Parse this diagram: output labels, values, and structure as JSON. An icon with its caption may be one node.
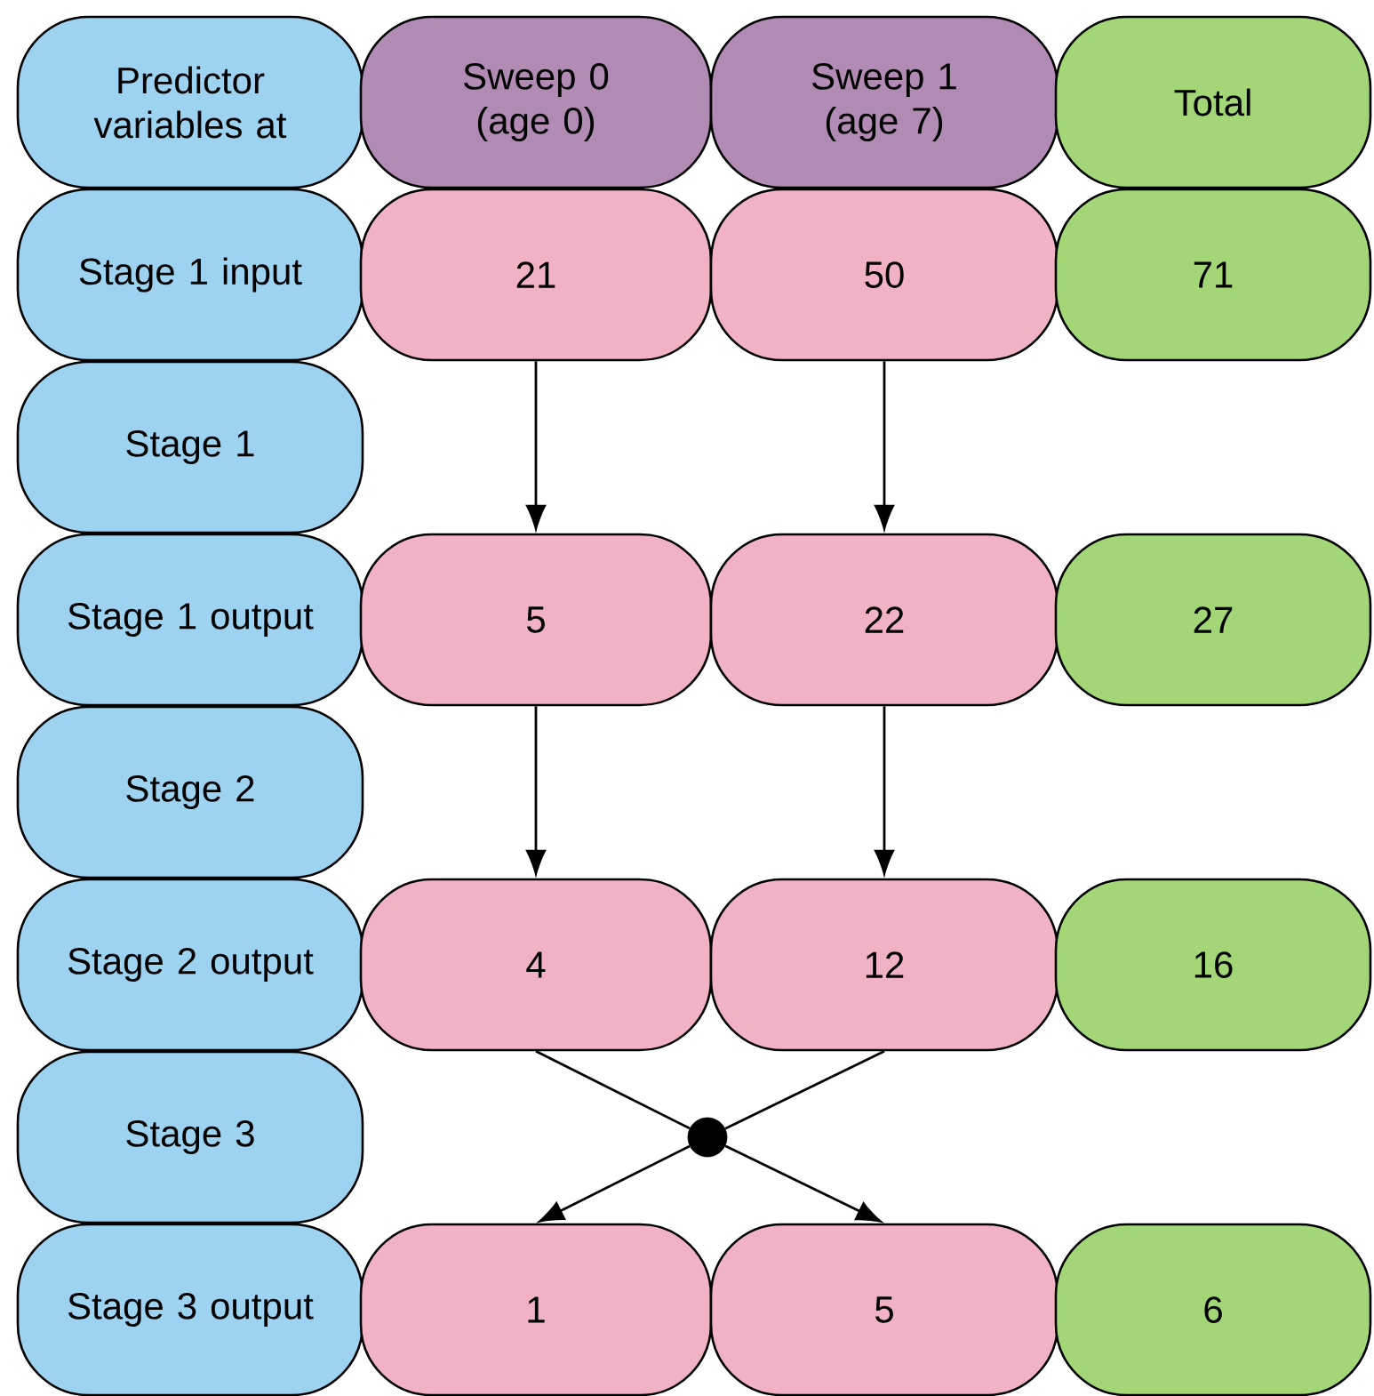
{
  "diagram": {
    "nodes": [
      {
        "text": [
          "Predictor variables at"
        ]
      },
      {
        "text": [
          "Sweep 0 (age 0)"
        ]
      },
      {
        "text": [
          "Sweep 1 (age 7)"
        ]
      },
      {
        "text": [
          "Total"
        ]
      },
      {
        "text": [
          "Stage 1 input"
        ]
      },
      {
        "text": [
          "21"
        ]
      },
      {
        "text": [
          "50"
        ]
      },
      {
        "text": [
          "71"
        ]
      },
      {
        "text": [
          "Stage 1"
        ]
      },
      {
        "text": [
          "Stage 1 output"
        ]
      },
      {
        "text": [
          "5"
        ]
      },
      {
        "text": [
          "22"
        ]
      },
      {
        "text": [
          "27"
        ]
      },
      {
        "text": [
          "Stage 2"
        ]
      },
      {
        "text": [
          "Stage 2 output"
        ]
      },
      {
        "text": [
          "4"
        ]
      },
      {
        "text": [
          "12"
        ]
      },
      {
        "text": [
          "16"
        ]
      },
      {
        "text": [
          "Stage 3"
        ]
      },
      {
        "text": [],
        "shape": "circle"
      },
      {
        "text": [
          "Stage 3 output"
        ]
      },
      {
        "text": [
          "1"
        ]
      },
      {
        "text": [
          "5"
        ]
      },
      {
        "text": [
          "6"
        ]
      }
    ],
    "edges": [
      {
        "from": 5,
        "to": 10,
        "arrow": "to"
      },
      {
        "from": 6,
        "to": 11,
        "arrow": "to"
      },
      {
        "from": 10,
        "to": 15,
        "arrow": "to"
      },
      {
        "from": 11,
        "to": 16,
        "arrow": "to"
      },
      {
        "from": 15,
        "to": 19,
        "arrow": "none"
      },
      {
        "from": 16,
        "to": 19,
        "arrow": "none"
      },
      {
        "from": 19,
        "to": 21,
        "arrow": "to"
      },
      {
        "from": 19,
        "to": 22,
        "arrow": "to"
      }
    ]
  }
}
